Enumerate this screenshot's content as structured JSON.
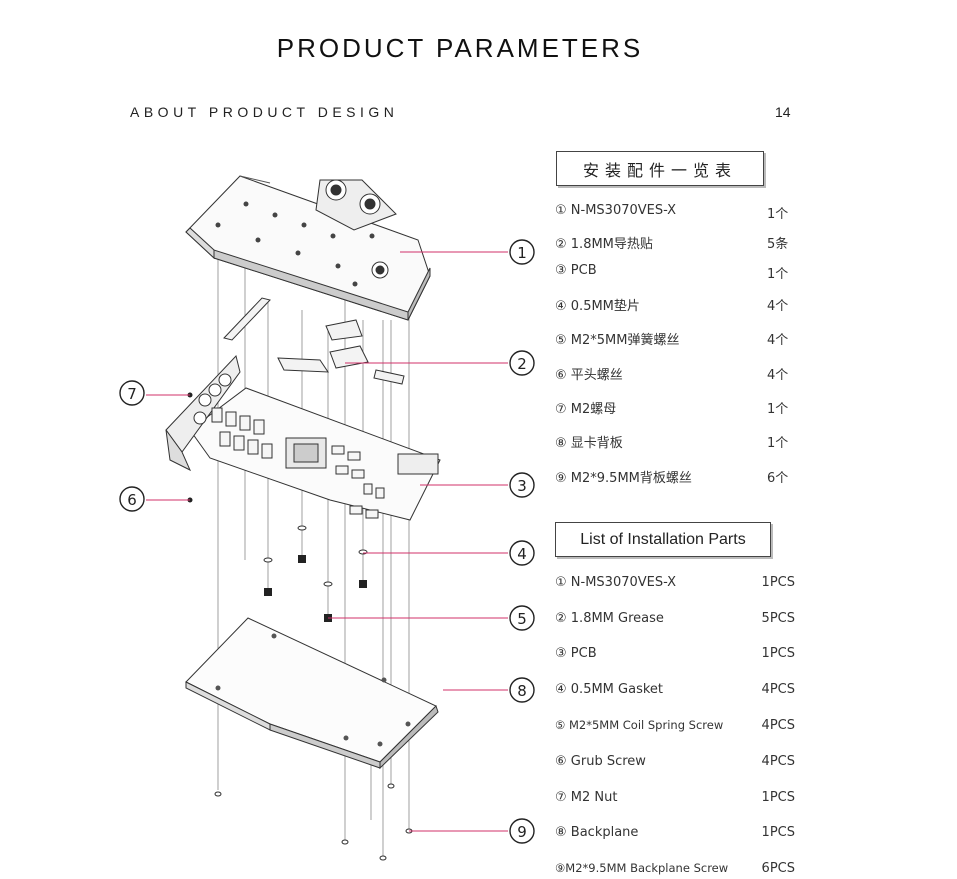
{
  "header": {
    "title": "PRODUCT PARAMETERS",
    "subtitle": "ABOUT PRODUCT DESIGN",
    "page_number": "14"
  },
  "cn_section": {
    "heading": "安装配件一览表",
    "items": [
      {
        "name": "① N-MS3070VES-X",
        "qty": "1个"
      },
      {
        "name": "② 1.8MM导热贴",
        "qty": "5条"
      },
      {
        "name": "③ PCB",
        "qty": "1个"
      },
      {
        "name": "④ 0.5MM垫片",
        "qty": "4个"
      },
      {
        "name": "⑤ M2*5MM弹簧螺丝",
        "qty": "4个"
      },
      {
        "name": "⑥ 平头螺丝",
        "qty": "4个"
      },
      {
        "name": "⑦ M2螺母",
        "qty": "1个"
      },
      {
        "name": "⑧ 显卡背板",
        "qty": "1个"
      },
      {
        "name": "⑨ M2*9.5MM背板螺丝",
        "qty": "6个"
      }
    ]
  },
  "en_section": {
    "heading": "List of Installation Parts",
    "items": [
      {
        "name": "① N-MS3070VES-X",
        "qty": "1PCS"
      },
      {
        "name": "② 1.8MM Grease",
        "qty": "5PCS"
      },
      {
        "name": "③ PCB",
        "qty": "1PCS"
      },
      {
        "name": "④ 0.5MM Gasket",
        "qty": "4PCS"
      },
      {
        "name": "⑤ M2*5MM Coil Spring Screw",
        "qty": "4PCS"
      },
      {
        "name": "⑥ Grub Screw",
        "qty": "4PCS"
      },
      {
        "name": "⑦ M2 Nut",
        "qty": "1PCS"
      },
      {
        "name": "⑧ Backplane",
        "qty": "1PCS"
      },
      {
        "name": "⑨M2*9.5MM Backplane Screw",
        "qty": "6PCS"
      }
    ]
  },
  "diagram": {
    "callouts": [
      "1",
      "2",
      "3",
      "4",
      "5",
      "6",
      "7",
      "8",
      "9"
    ],
    "accent_color": "#d0306a"
  }
}
